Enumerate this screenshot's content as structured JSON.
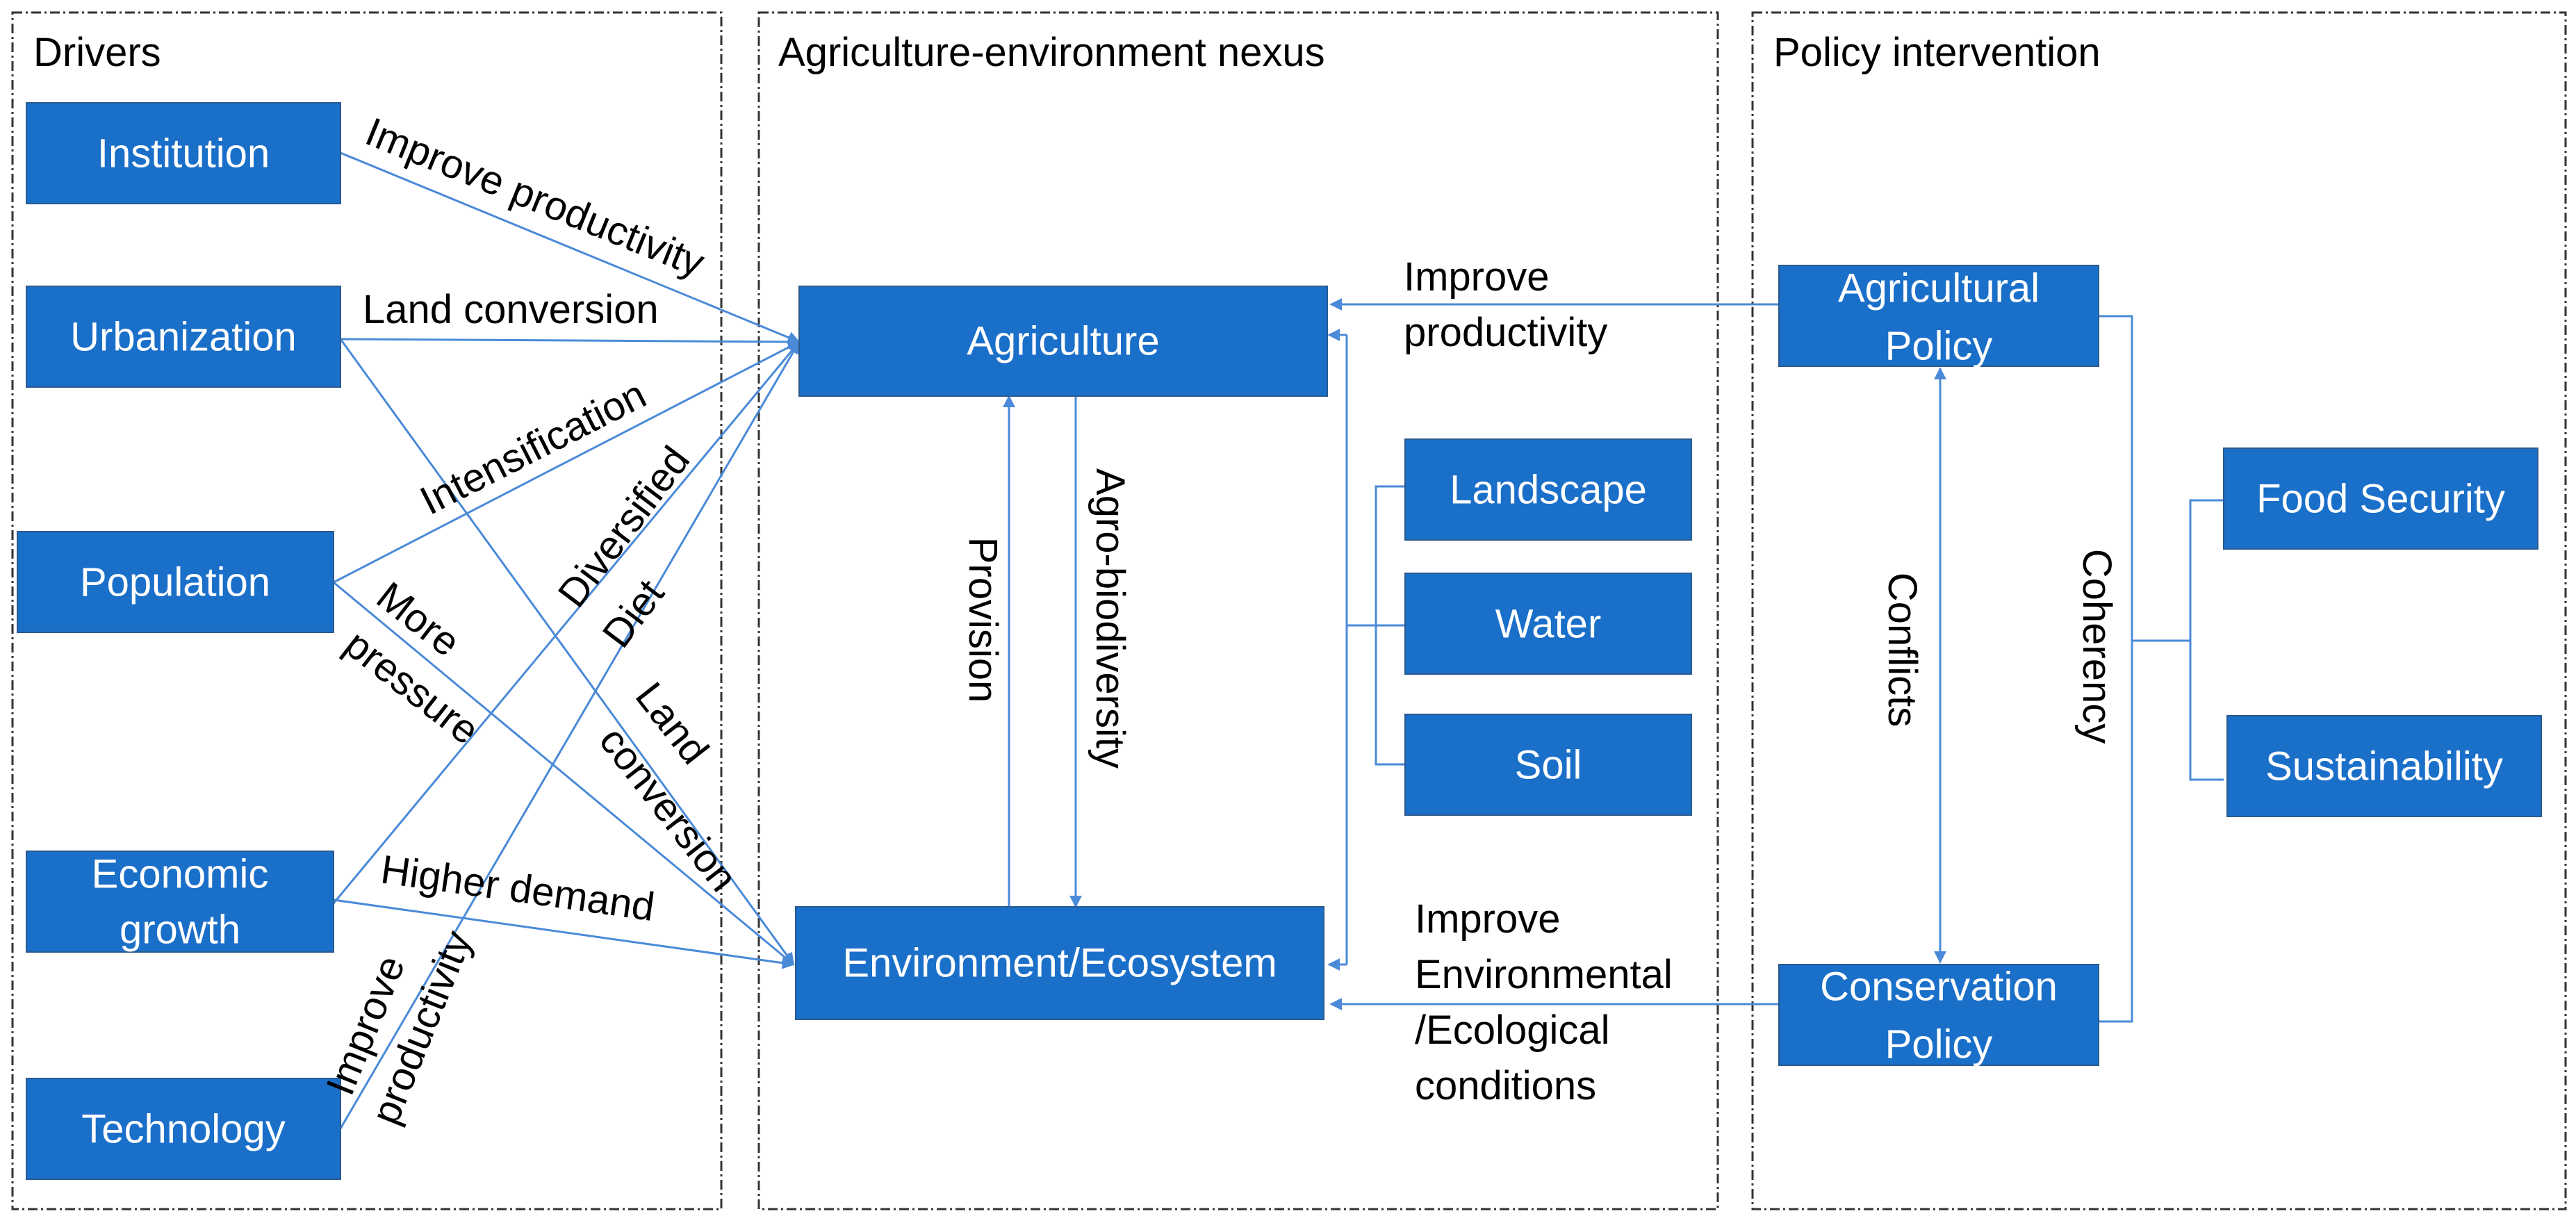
{
  "panels": {
    "drivers": "Drivers",
    "nexus": "Agriculture-environment nexus",
    "policy": "Policy intervention"
  },
  "drivers": {
    "institution": "Institution",
    "urbanization": "Urbanization",
    "population": "Population",
    "economic_growth": [
      "Economic",
      "growth"
    ],
    "technology": "Technology"
  },
  "nexus": {
    "agriculture": "Agriculture",
    "environment": "Environment/Ecosystem",
    "landscape": "Landscape",
    "water": "Water",
    "soil": "Soil"
  },
  "policy": {
    "agricultural_policy": [
      "Agricultural",
      "Policy"
    ],
    "conservation_policy": [
      "Conservation",
      "Policy"
    ],
    "food_security": "Food Security",
    "sustainability": "Sustainability"
  },
  "edge_labels": {
    "improve_productivity_institution": "Improve productivity",
    "land_conversion_urbanization": "Land conversion",
    "intensification": "Intensification",
    "diversified_diet": [
      "Diversified",
      "Diet"
    ],
    "more_pressure": [
      "More",
      "pressure"
    ],
    "land_conversion_env": [
      "Land",
      "conversion"
    ],
    "higher_demand": "Higher demand",
    "improve_productivity_technology": [
      "Improve",
      "productivity"
    ],
    "provision": "Provision",
    "agro_biodiversity": "Agro-biodiversity",
    "improve_productivity_policy": [
      "Improve",
      "productivity"
    ],
    "improve_env_conditions": [
      "Improve",
      "Environmental",
      "/Ecological",
      "conditions"
    ],
    "conflicts": "Conflicts",
    "coherency": "Coherency"
  },
  "colors": {
    "box_fill": "#1a6fc9",
    "box_text": "#ffffff",
    "arrow": "#4a8ad8",
    "panel_border": "#333333"
  }
}
